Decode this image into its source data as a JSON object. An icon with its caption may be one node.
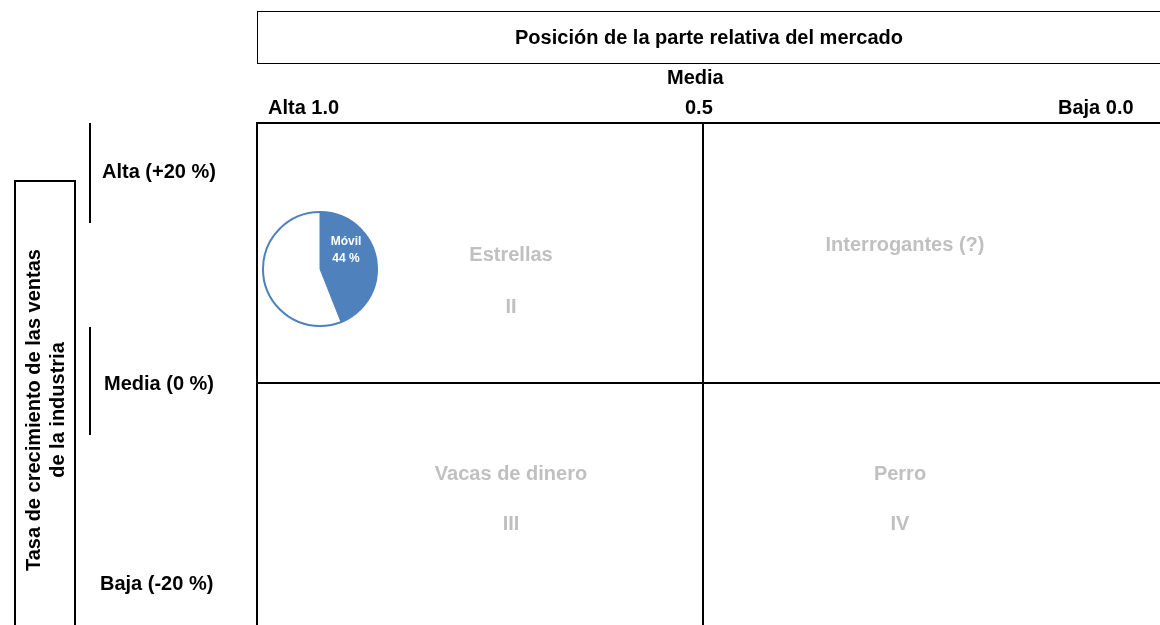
{
  "diagram": {
    "nodes": [
      {
        "text": [
          "Posición de la parte relativa del mercado"
        ]
      },
      {
        "text": [
          "Tasa de crecimiento de las ventas de la industria"
        ]
      },
      {
        "text": [
          "Estrellas",
          "II"
        ]
      },
      {
        "text": [
          "Interrogantes (?)"
        ]
      },
      {
        "text": [
          "Vacas de dinero",
          "III"
        ]
      },
      {
        "text": [
          "Perro",
          "IV"
        ]
      },
      {
        "text": [
          "Móvil 44 %"
        ],
        "in": 2
      }
    ],
    "edges": [],
    "labels": [
      "Media",
      "Alta 1.0",
      "0.5",
      "Baja 0.0",
      "Alta (+20 %)",
      "Media (0 %)",
      "Baja (-20 %)"
    ]
  }
}
